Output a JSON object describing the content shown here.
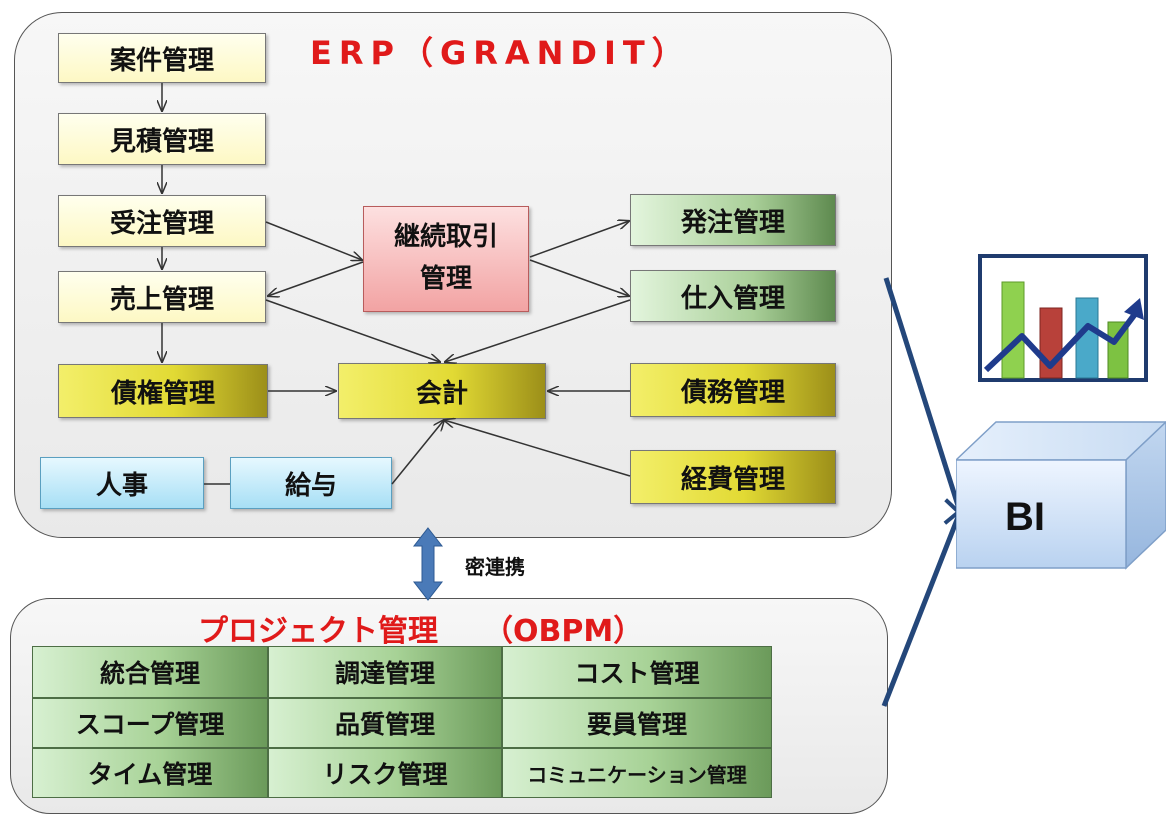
{
  "erp": {
    "title": "ERP（GRANDIT）",
    "sales_flow": [
      "案件管理",
      "見積管理",
      "受注管理",
      "売上管理"
    ],
    "receivables": "債権管理",
    "continuous": [
      "継続取引",
      "管理"
    ],
    "accounting": "会計",
    "purchasing": [
      "発注管理",
      "仕入管理"
    ],
    "payables": "債務管理",
    "expenses": "経費管理",
    "hr": [
      "人事",
      "給与"
    ]
  },
  "link_label": "密連携",
  "obpm": {
    "title": "プロジェクト管理　　（OBPM）",
    "grid": [
      [
        "統合管理",
        "調達管理",
        "コスト管理"
      ],
      [
        "スコープ管理",
        "品質管理",
        "要員管理"
      ],
      [
        "タイム管理",
        "リスク管理",
        "コミュニケーション管理"
      ]
    ]
  },
  "bi": {
    "label": "BI"
  },
  "icons": {
    "chart": "bar-chart-trend-icon",
    "link_arrow": "double-arrow-icon"
  },
  "colors": {
    "title_red": "#e01a1a",
    "arrow_blue": "#24477a"
  }
}
